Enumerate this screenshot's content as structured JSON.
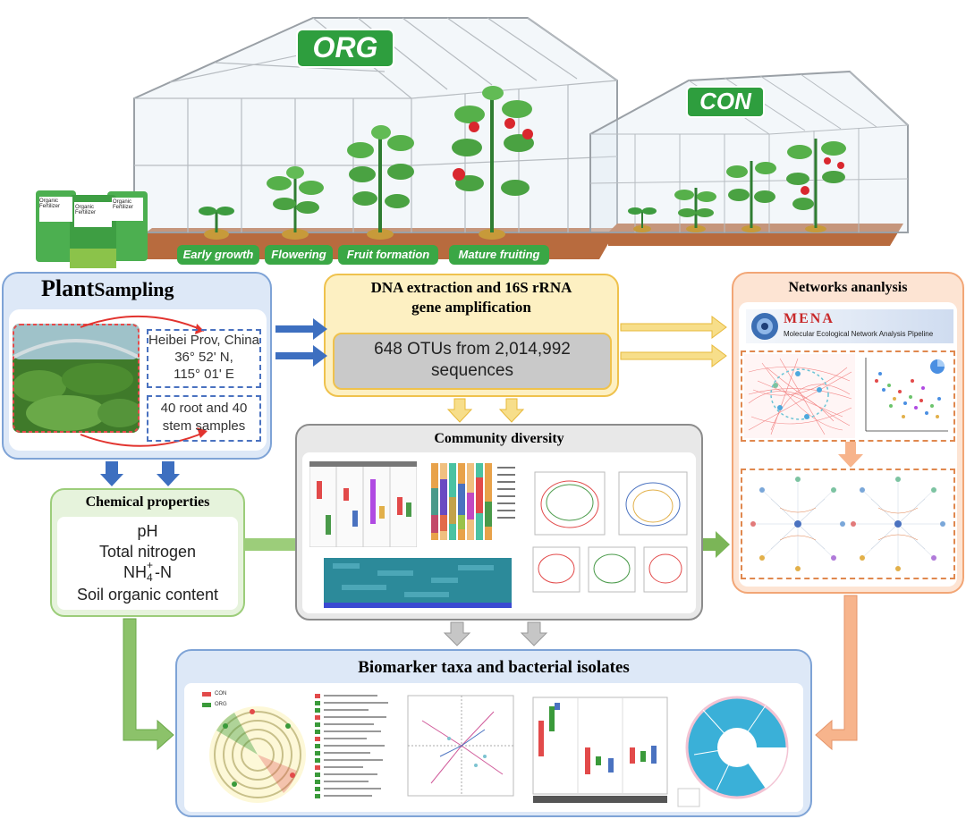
{
  "greenhouse_org": {
    "label": "ORG",
    "stages": [
      "Early growth",
      "Flowering",
      "Fruit formation",
      "Mature fruiting"
    ],
    "fertilizer_bags": [
      "Organic Fertilizer",
      "Organic Fertilizer",
      "Organic Fertilizer"
    ]
  },
  "greenhouse_con": {
    "label": "CON"
  },
  "plant_sampling": {
    "title_bold": "Plant",
    "title_rest": "Sampling",
    "location_lines": [
      "Heibei Prov, China",
      "36° 52' N,",
      "115° 01' E"
    ],
    "samples_lines": [
      "40 root and 40",
      "stem samples"
    ]
  },
  "dna": {
    "title_lines": [
      "DNA extraction and 16S rRNA",
      "gene amplification"
    ],
    "otus_lines": [
      "648 OTUs from 2,014,992",
      "sequences"
    ]
  },
  "networks": {
    "title": "Networks ananlysis",
    "mena_name": "MENA",
    "mena_subtitle": "Molecular Ecological Network Analysis Pipeline"
  },
  "chemical": {
    "title": "Chemical properties",
    "items": [
      "pH",
      "Total nitrogen",
      "NH",
      "Soil organic content"
    ],
    "nh4_sup": "+",
    "nh4_sub": "4",
    "nh4_suffix": "-N"
  },
  "community": {
    "title": "Community diversity"
  },
  "biomarker": {
    "title": "Biomarker taxa and bacterial isolates",
    "legend": [
      "CON",
      "ORG"
    ]
  },
  "colors": {
    "green_label": "#2e9e3e",
    "blue_panel": "#dde8f7",
    "blue_border": "#7ea3d6",
    "yellow_panel": "#fdf0c2",
    "yellow_border": "#efc24d",
    "orange_panel": "#fde4d3",
    "orange_border": "#f2a676",
    "green_panel": "#e6f3dc",
    "green_border": "#9ccd7a",
    "gray_panel": "#e8e8e8",
    "gray_border": "#8c8c8c"
  }
}
